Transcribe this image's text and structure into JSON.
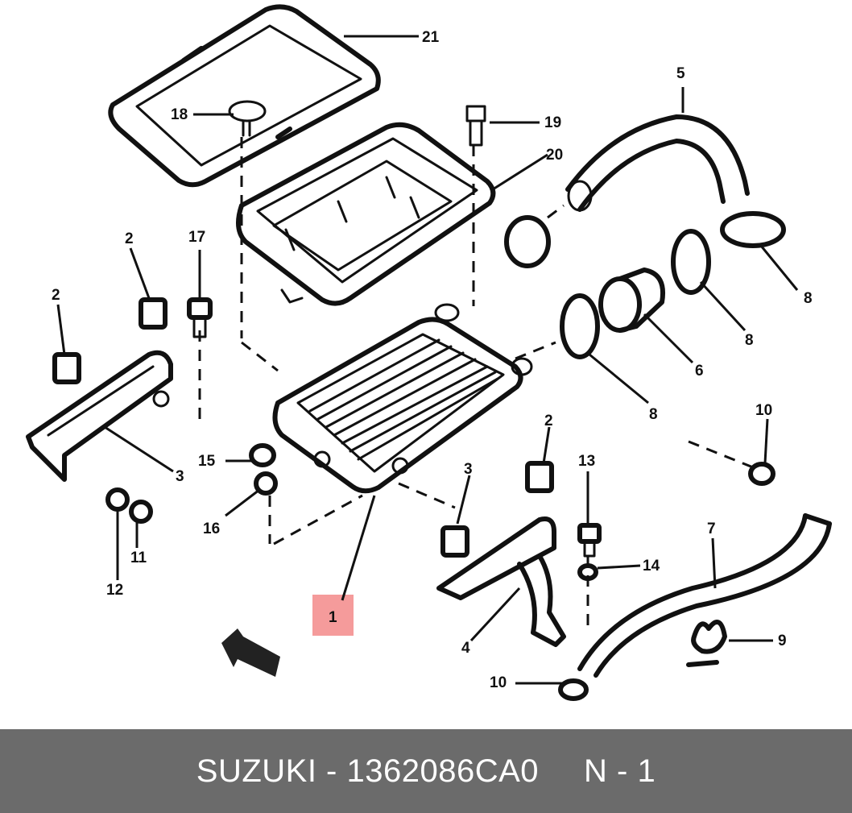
{
  "footer": {
    "part_text": "SUZUKI - 1362086CA0",
    "note_text": "N - 1"
  },
  "colors": {
    "footer_bg": "#6b6b6b",
    "highlight": "#f59b9b",
    "ink": "#111111"
  },
  "callouts": {
    "c1": "1",
    "c2a": "2",
    "c2b": "2",
    "c2c": "2",
    "c3a": "3",
    "c3b": "3",
    "c4": "4",
    "c5": "5",
    "c6": "6",
    "c7": "7",
    "c8a": "8",
    "c8b": "8",
    "c8c": "8",
    "c9": "9",
    "c10a": "10",
    "c10b": "10",
    "c11": "11",
    "c12": "12",
    "c13": "13",
    "c14": "14",
    "c15": "15",
    "c16": "16",
    "c17": "17",
    "c18": "18",
    "c19": "19",
    "c20": "20",
    "c21": "21"
  }
}
